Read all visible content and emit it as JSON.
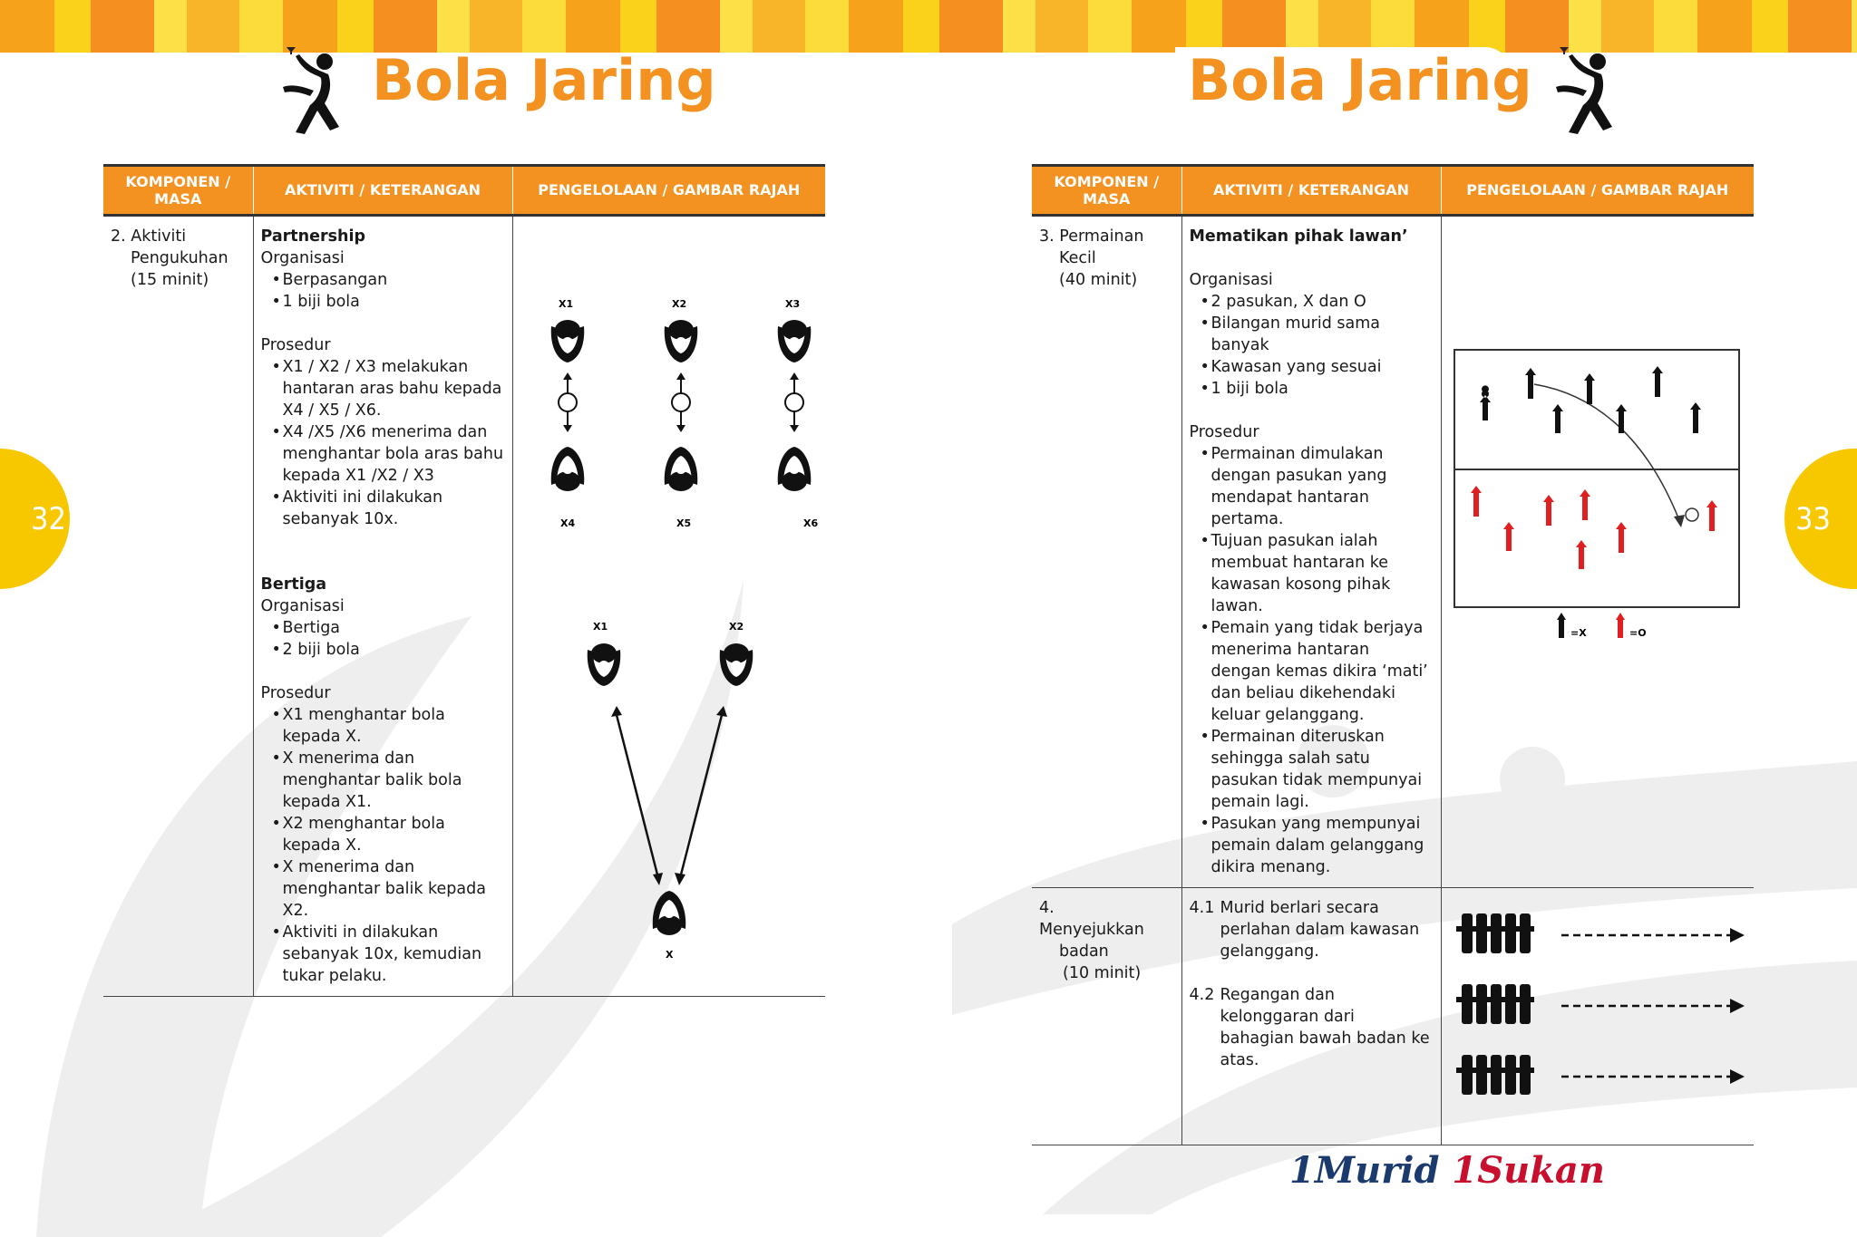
{
  "header": {
    "left_title": "Bola Jaring",
    "right_title": "Bola Jaring"
  },
  "page_numbers": {
    "left": "32",
    "right": "33"
  },
  "table_headers": {
    "komponen": "KOMPONEN / MASA",
    "aktiviti": "AKTIVITI / KETERANGAN",
    "pengelolaan": "PENGELOLAAN / GAMBAR RAJAH"
  },
  "left": {
    "komponen": {
      "number": "2.",
      "name": "Aktiviti",
      "name2": "Pengukuhan",
      "time": "(15 minit)"
    },
    "partnership": {
      "title": "Partnership",
      "org_label": "Organisasi",
      "org": [
        "Berpasangan",
        "1 biji  bola"
      ],
      "pro_label": "Prosedur",
      "pro": [
        "X1 / X2 / X3 melakukan hantaran  aras bahu kepada X4 / X5 / X6.",
        "X4 /X5 /X6 menerima dan menghantar bola aras bahu kepada X1 /X2 / X3",
        "Aktiviti ini dilakukan sebanyak 10x."
      ]
    },
    "bertiga": {
      "title": "Bertiga",
      "org_label": "Organisasi",
      "org": [
        "Bertiga",
        "2 biji bola"
      ],
      "pro_label": "Prosedur",
      "pro": [
        "X1 menghantar bola kepada X.",
        "X menerima dan menghantar balik bola kepada X1.",
        "X2 menghantar bola kepada X.",
        "X menerima dan menghantar balik kepada X2.",
        "Aktiviti in dilakukan sebanyak 10x, kemudian tukar pelaku."
      ]
    },
    "fig1_labels": {
      "x1": "X1",
      "x2": "X2",
      "x3": "X3",
      "x4": "X4",
      "x5": "X5",
      "x6": "X6"
    },
    "fig2_labels": {
      "x1": "X1",
      "x2": "X2",
      "x": "X"
    }
  },
  "right": {
    "row1": {
      "komponen": {
        "number": "3.",
        "name": "Permainan",
        "name2": "Kecil",
        "time": "(40 minit)"
      },
      "title": "Mematikan pihak lawan’",
      "org_label": "Organisasi",
      "org": [
        "2 pasukan, X dan O",
        "Bilangan murid sama banyak",
        "Kawasan yang sesuai",
        "1 biji bola"
      ],
      "pro_label": "Prosedur",
      "pro": [
        "Permainan dimulakan dengan pasukan yang mendapat hantaran pertama.",
        "Tujuan pasukan ialah membuat hantaran ke kawasan kosong pihak lawan.",
        "Pemain yang tidak berjaya menerima hantaran  dengan kemas dikira ‘mati’ dan beliau dikehendaki keluar gelanggang.",
        "Permainan diteruskan sehingga salah satu pasukan tidak mempunyai pemain lagi.",
        "Pasukan yang mempunyai pemain dalam gelanggang dikira menang."
      ],
      "legend": {
        "x": "=X",
        "o": "=O"
      }
    },
    "row2": {
      "komponen": {
        "number": "4.",
        "name": "Menyejukkan",
        "name2": "badan",
        "time": "(10 minit)"
      },
      "steps": [
        {
          "num": "4.1",
          "text": "Murid berlari secara perlahan dalam kawasan gelanggang."
        },
        {
          "num": "4.2",
          "text": "Regangan dan kelonggaran dari bahagian bawah badan ke atas."
        }
      ]
    }
  },
  "footer_logo": {
    "part1": "1",
    "part2": "Murid ",
    "part3": "1",
    "part4": "Sukan"
  },
  "colors": {
    "orange": "#f39220",
    "yellow": "#f7c700",
    "red": "#e02020"
  }
}
